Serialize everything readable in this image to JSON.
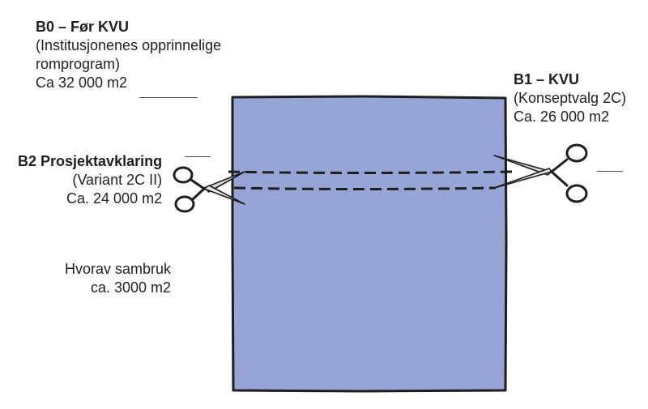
{
  "stages": {
    "b0": {
      "title": "B0 – Før KVU",
      "line1": "(Institusjonenes opprinnelige",
      "line2": "romprogram)",
      "area": "Ca 32 000 m2"
    },
    "b1": {
      "title": "B1 – KVU",
      "line1": "(Konseptvalg 2C)",
      "area": "Ca. 26 000 m2"
    },
    "b2": {
      "title": "B2 Prosjektavklaring",
      "line1": "(Variant 2C II)",
      "area": "Ca. 24 000 m2"
    }
  },
  "shared_use": {
    "line1": "Hvorav sambruk",
    "line2": "ca. 3000 m2"
  },
  "colors": {
    "area_fill": "#97a5d6",
    "outline": "#1e1e1e",
    "text": "#231f20"
  },
  "icons": {
    "cut_left": "scissors-icon",
    "cut_right": "scissors-icon"
  }
}
